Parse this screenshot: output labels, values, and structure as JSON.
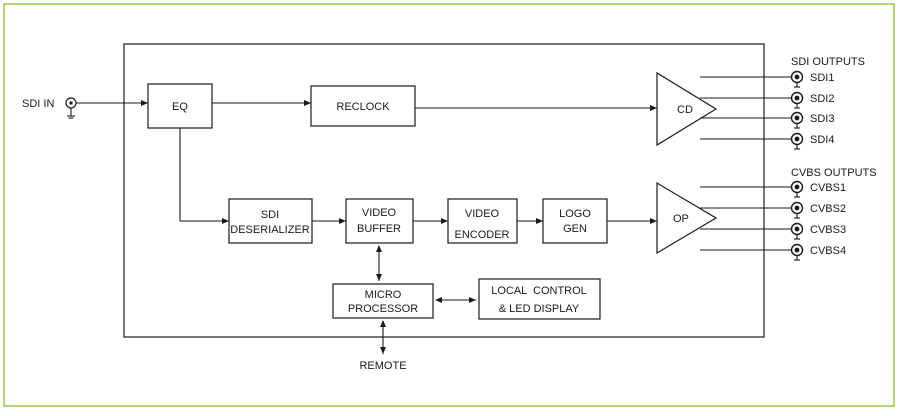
{
  "colors": {
    "frame": "#8cc63f",
    "line": "#1a1a1a"
  },
  "input": {
    "label": "SDI IN"
  },
  "blocks": {
    "eq": [
      "EQ"
    ],
    "reclock": [
      "RECLOCK"
    ],
    "cd": [
      "CD"
    ],
    "deserializer": [
      "SDI",
      "DESERIALIZER"
    ],
    "video_buffer": [
      "VIDEO",
      "BUFFER"
    ],
    "video_encoder": [
      "VIDEO",
      "ENCODER"
    ],
    "logo_gen": [
      "LOGO",
      "GEN"
    ],
    "op": [
      "OP"
    ],
    "micro": [
      "MICRO",
      "PROCESSOR"
    ],
    "local": [
      "LOCAL  CONTROL",
      "& LED DISPLAY"
    ]
  },
  "remote": {
    "label": "REMOTE"
  },
  "sdi_outputs": {
    "title": "SDI OUTPUTS",
    "ports": [
      "SDI1",
      "SDI2",
      "SDI3",
      "SDI4"
    ]
  },
  "cvbs_outputs": {
    "title": "CVBS OUTPUTS",
    "ports": [
      "CVBS1",
      "CVBS2",
      "CVBS3",
      "CVBS4"
    ]
  },
  "icons": {
    "connector": "bnc-connector-icon",
    "ground": "ground-icon"
  }
}
